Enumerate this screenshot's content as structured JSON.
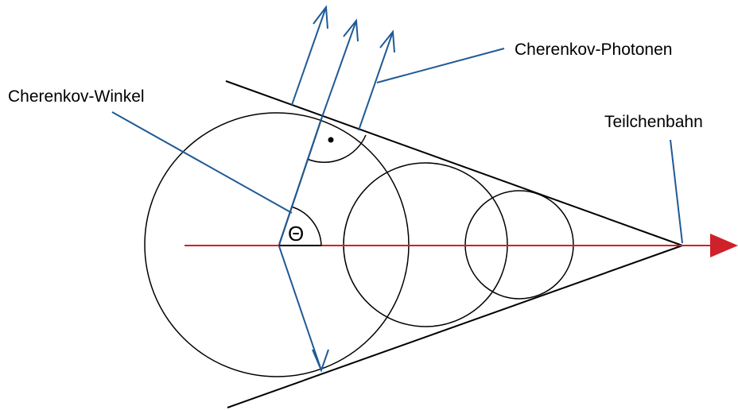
{
  "labels": {
    "cherenkov_angle": "Cherenkov-Winkel",
    "cherenkov_photons": "Cherenkov-Photonen",
    "particle_track": "Teilchenbahn",
    "theta_symbol": "Θ"
  },
  "colors": {
    "track": "#d0202a",
    "photon": "#1f5a96",
    "leader": "#1f5a96",
    "outline": "#000000"
  }
}
